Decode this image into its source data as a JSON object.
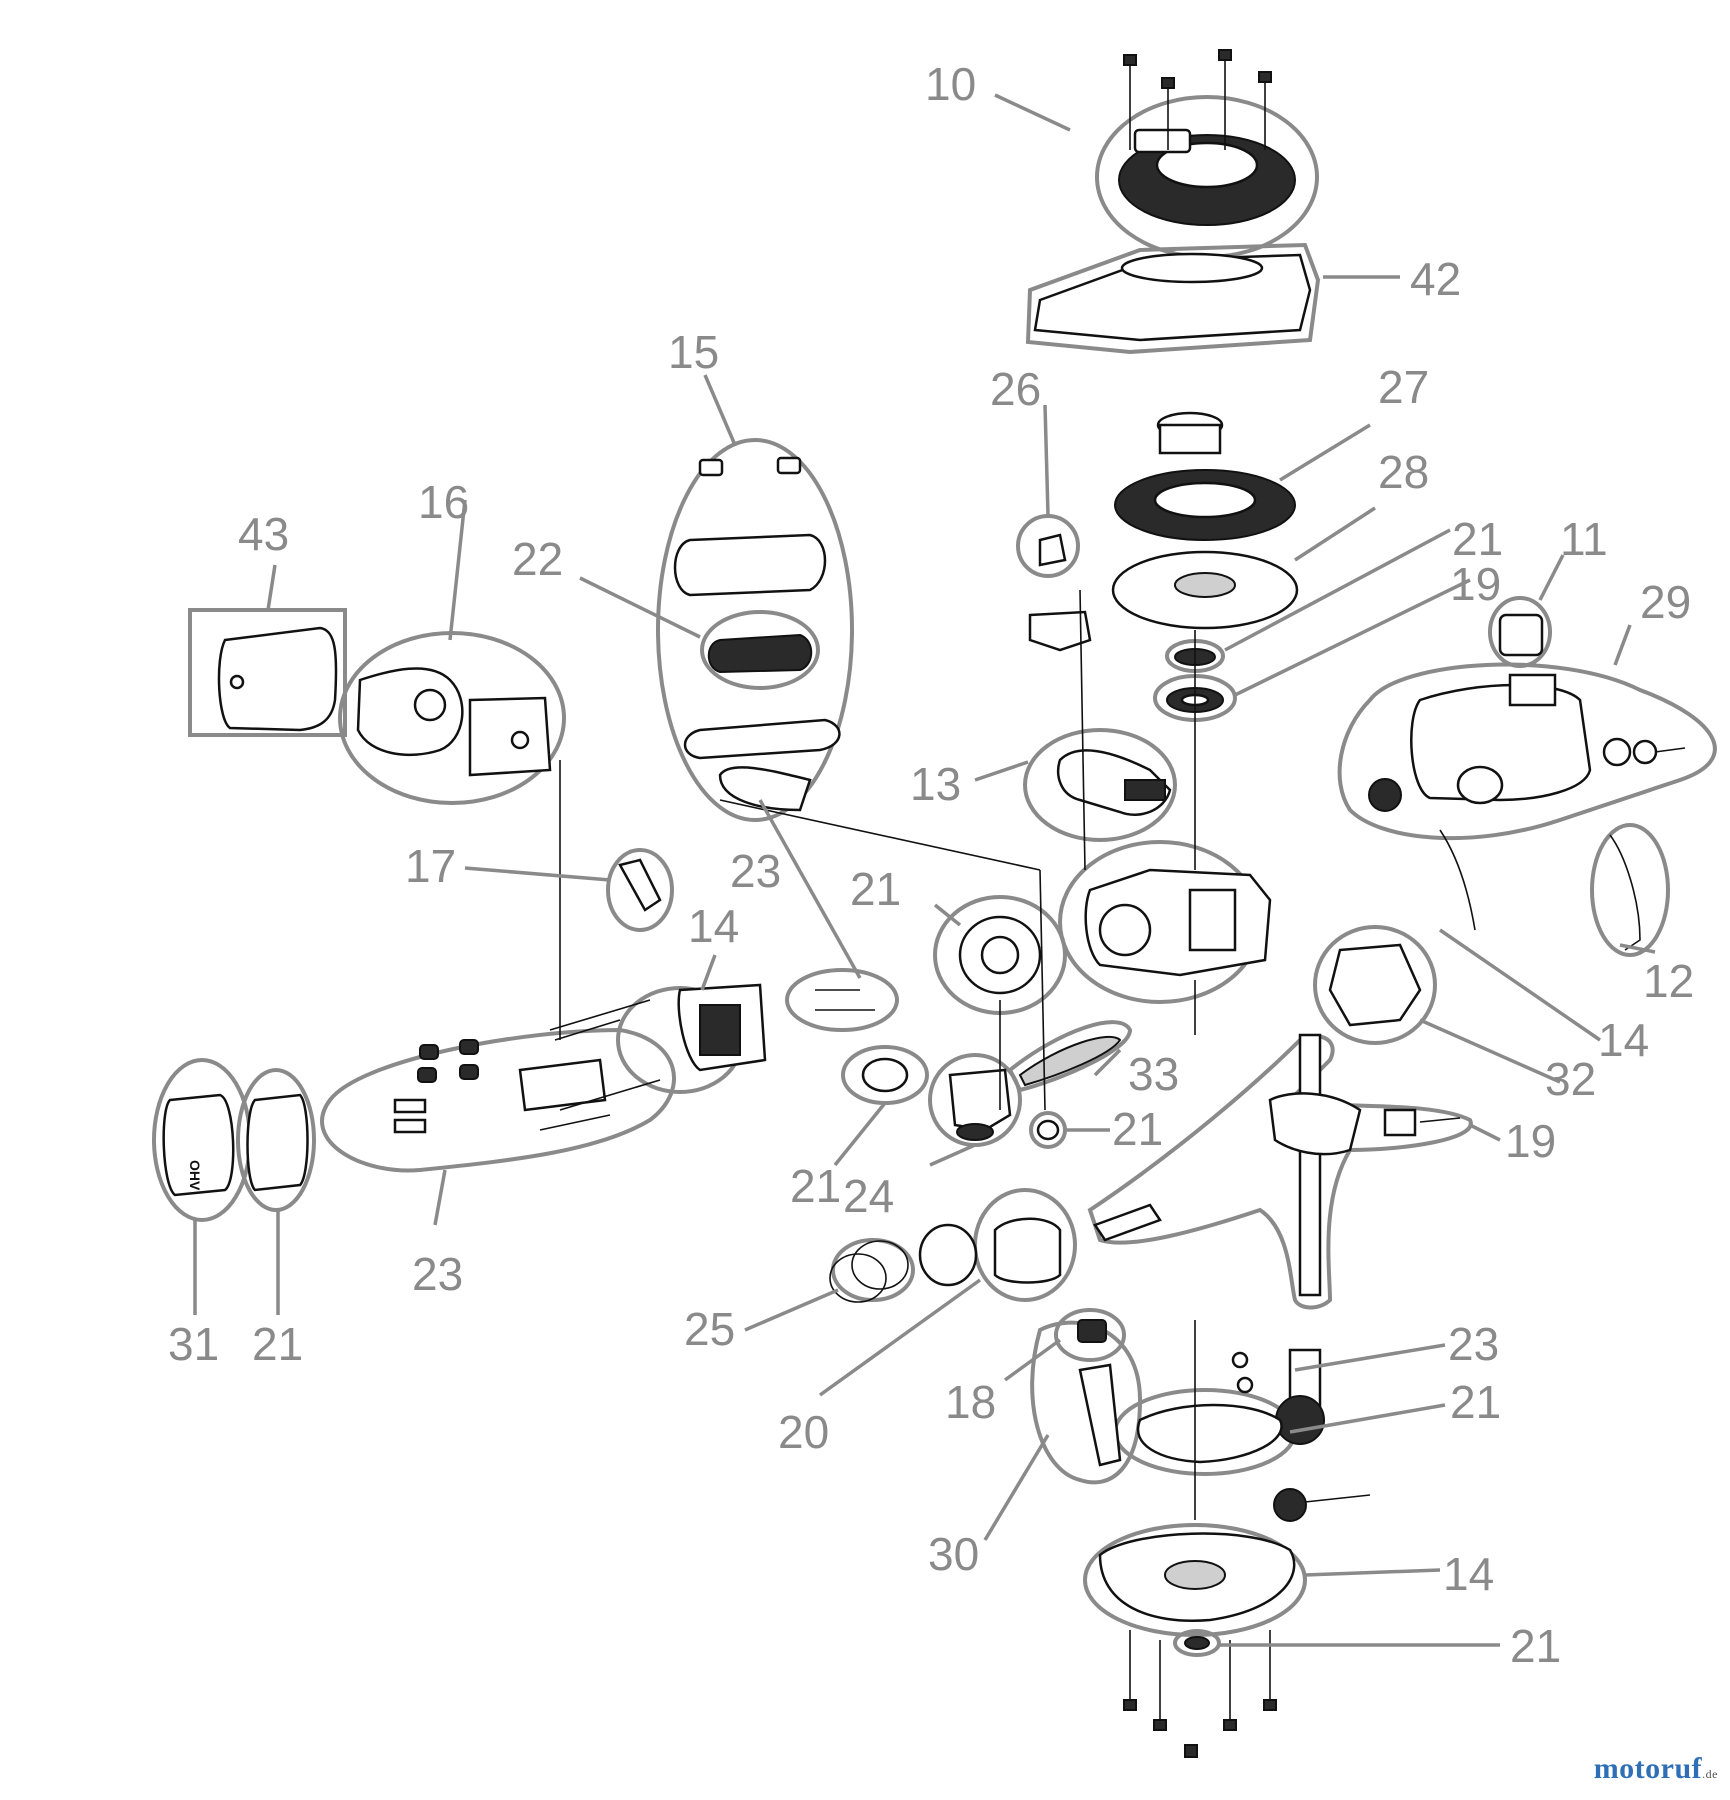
{
  "callouts": {
    "c10": "10",
    "c42": "42",
    "c15": "15",
    "c26": "26",
    "c27": "27",
    "c28": "28",
    "c16": "16",
    "c43": "43",
    "c22": "22",
    "c21a": "21",
    "c11": "11",
    "c19a": "19",
    "c29": "29",
    "c13": "13",
    "c17": "17",
    "c23a": "23",
    "c21b": "21",
    "c14a": "14",
    "c12": "12",
    "c14b": "14",
    "c33": "33",
    "c32": "32",
    "c21c": "21",
    "c19b": "19",
    "c21d": "21",
    "c24": "24",
    "c23b": "23",
    "c31": "31",
    "c21e": "21",
    "c25": "25",
    "c18": "18",
    "c23c": "23",
    "c21f": "21",
    "c20": "20",
    "c30": "30",
    "c14c": "14",
    "c21g": "21"
  },
  "watermark": {
    "main": "motoruf",
    "suffix": ".de"
  }
}
